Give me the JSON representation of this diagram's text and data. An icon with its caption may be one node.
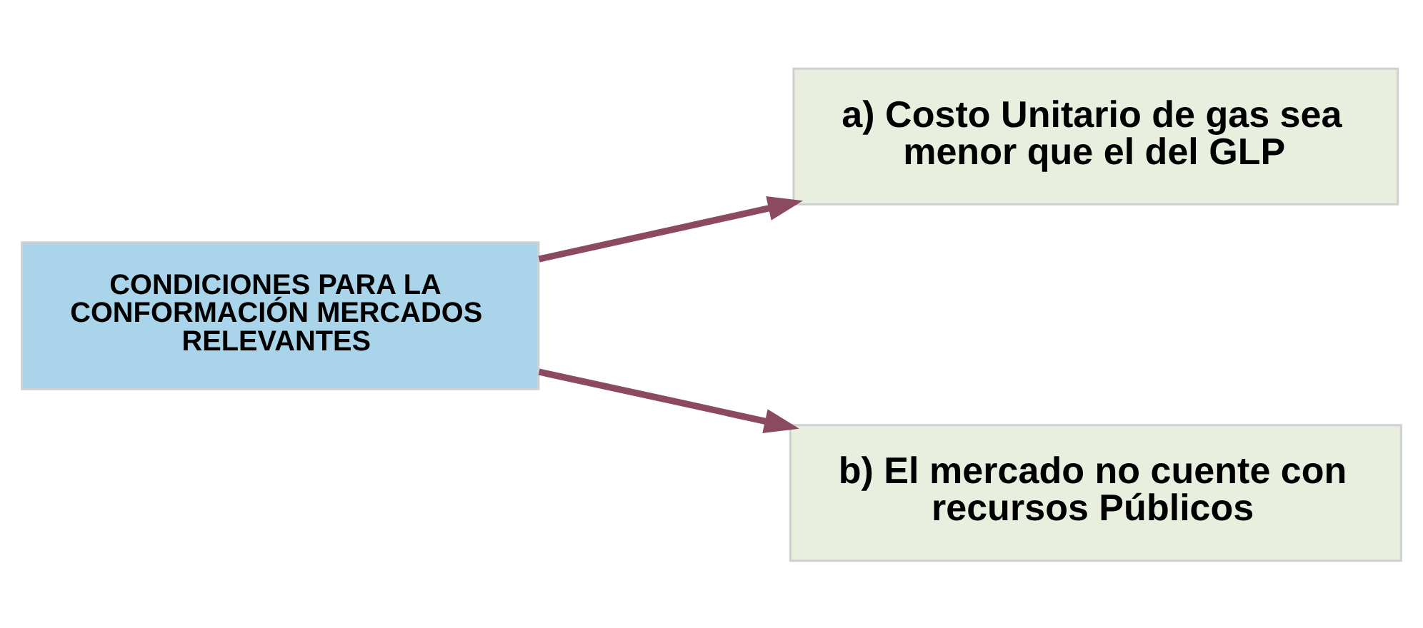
{
  "diagram": {
    "nodes": [
      {
        "text": [
          "CONDICIONES PARA LA CONFORMACIÓN MERCADOS RELEVANTES"
        ]
      },
      {
        "text": [
          "a) Costo Unitario de gas sea menor que el del GLP"
        ]
      },
      {
        "text": [
          "b) El mercado no cuente con recursos Públicos"
        ]
      }
    ],
    "edges": [
      {
        "from": 0,
        "to": 1,
        "arrow": "to"
      },
      {
        "from": 0,
        "to": 2,
        "arrow": "to"
      }
    ]
  }
}
